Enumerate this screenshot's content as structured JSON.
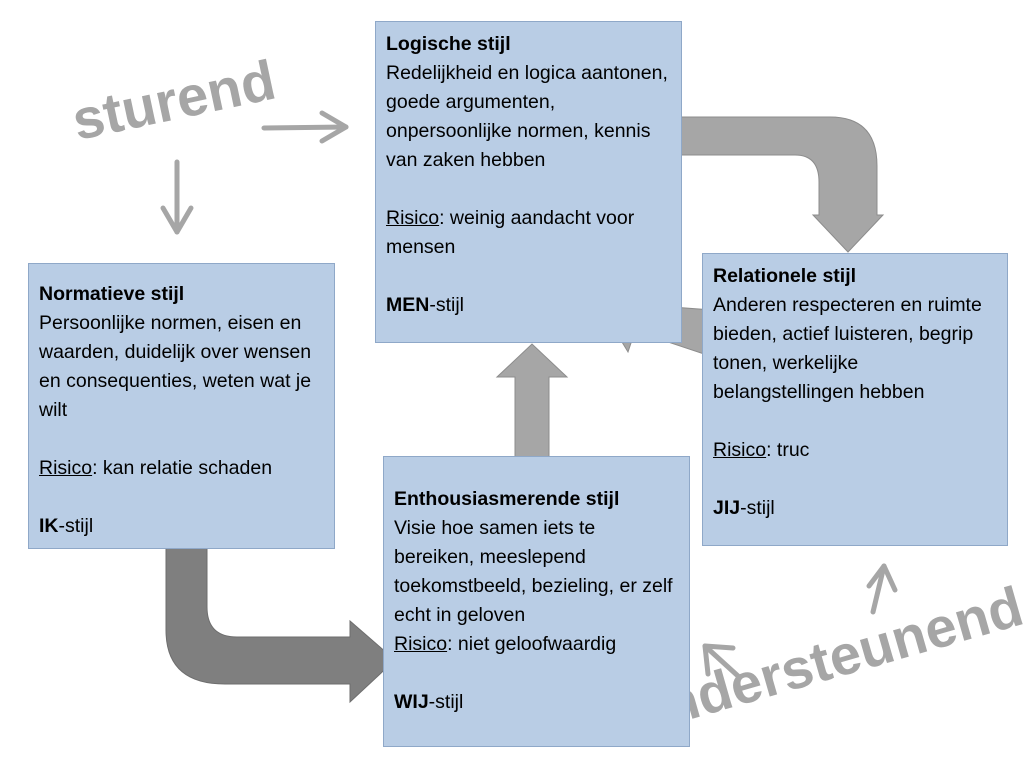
{
  "labels": {
    "sturend": "sturend",
    "ondersteunend": "ondersteunend"
  },
  "boxes": {
    "logisch": {
      "title": "Logische stijl",
      "description": "Redelijkheid en logica aantonen, goede argumenten, onpersoonlijke normen, kennis van zaken hebben",
      "risk_label": "Risico",
      "risk_text": ": weinig aandacht voor mensen",
      "style_bold": "MEN",
      "style_suffix": "-stijl"
    },
    "normatief": {
      "title": "Normatieve stijl",
      "description": "Persoonlijke normen, eisen en waarden, duidelijk over wensen en consequenties, weten wat je wilt",
      "risk_label": "Risico",
      "risk_text": ": kan relatie schaden",
      "style_bold": "IK",
      "style_suffix": "-stijl"
    },
    "relationeel": {
      "title": "Relationele stijl",
      "description": "Anderen respecteren en ruimte bieden, actief luisteren, begrip tonen, werkelijke belangstellingen hebben",
      "risk_label": "Risico",
      "risk_text": ": truc",
      "style_bold": "JIJ",
      "style_suffix": "-stijl"
    },
    "enthousiasmerend": {
      "title": "Enthousiasmerende stijl",
      "description": "Visie hoe samen iets te bereiken, meeslepend toekomstbeeld, bezieling, er zelf echt in geloven",
      "risk_label": "Risico",
      "risk_text": ": niet geloofwaardig",
      "style_bold": "WIJ",
      "style_suffix": "-stijl"
    }
  },
  "colors": {
    "box_fill": "#b9cde5",
    "box_border": "#8fa8c8",
    "dark_arrow": "#7f7f7f",
    "light_arrow": "#a6a6a6"
  }
}
